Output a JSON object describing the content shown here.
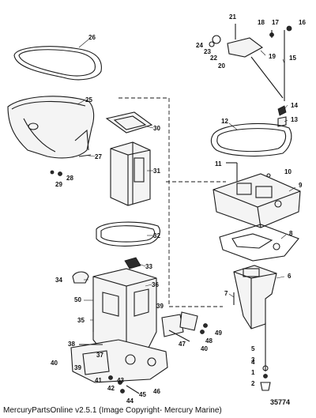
{
  "diagram_number": "35774",
  "footer": "MercuryPartsOnline v2.5.1 (Image Copyright- Mercury Marine)",
  "callouts": [
    "1",
    "2",
    "3",
    "4",
    "5",
    "6",
    "7",
    "8",
    "9",
    "10",
    "11",
    "12",
    "13",
    "14",
    "15",
    "16",
    "17",
    "18",
    "19",
    "20",
    "21",
    "22",
    "23",
    "24",
    "25",
    "26",
    "27",
    "28",
    "29",
    "30",
    "31",
    "32",
    "33",
    "34",
    "35",
    "36",
    "37",
    "38",
    "39",
    "39",
    "40",
    "40",
    "41",
    "42",
    "43",
    "44",
    "45",
    "46",
    "47",
    "48",
    "49",
    "50"
  ]
}
